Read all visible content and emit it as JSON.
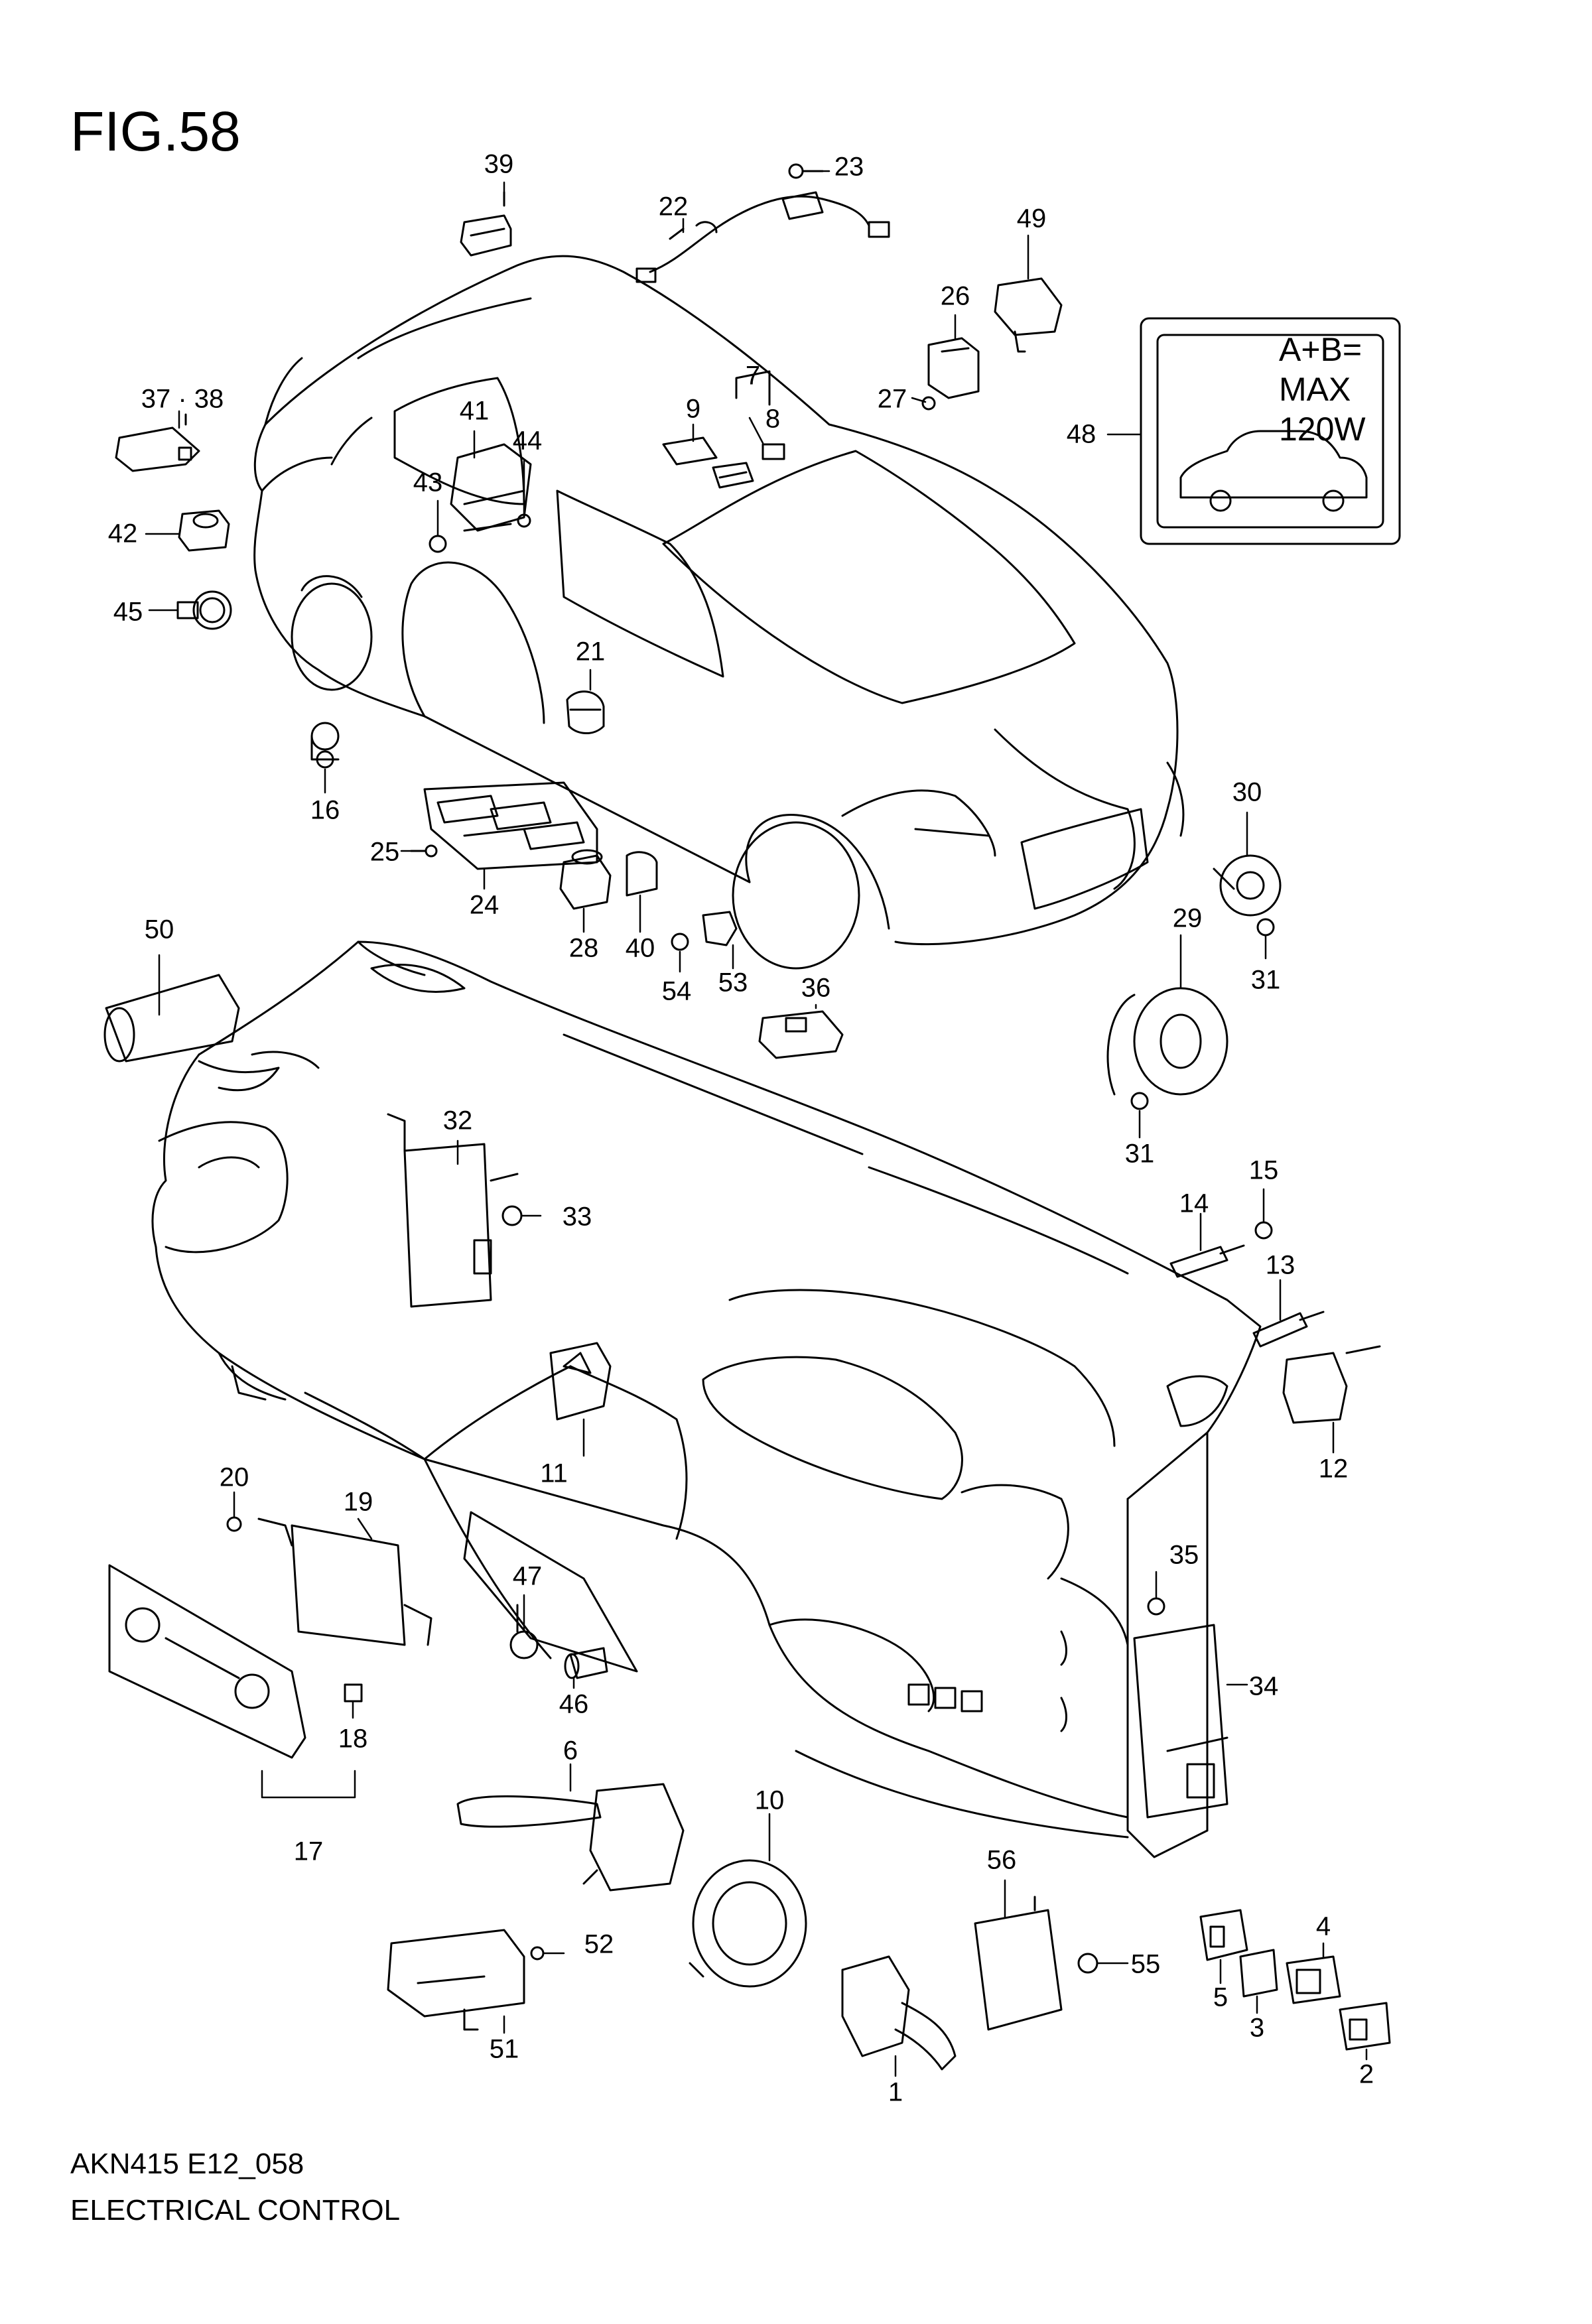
{
  "figure": {
    "title": "FIG.58",
    "code": "AKN415 E12_058",
    "section": "ELECTRICAL CONTROL"
  },
  "label_box": {
    "lines": [
      "A+B=",
      "MAX",
      "120W"
    ]
  },
  "callouts": {
    "c1": "1",
    "c2": "2",
    "c3": "3",
    "c4": "4",
    "c5": "5",
    "c6": "6",
    "c7": "7",
    "c8": "8",
    "c9": "9",
    "c10": "10",
    "c11": "11",
    "c12": "12",
    "c13": "13",
    "c14": "14",
    "c15": "15",
    "c16": "16",
    "c17": "17",
    "c18": "18",
    "c19": "19",
    "c20": "20",
    "c21": "21",
    "c22": "22",
    "c23": "23",
    "c24": "24",
    "c25": "25",
    "c26": "26",
    "c27": "27",
    "c28": "28",
    "c29": "29",
    "c30": "30",
    "c31a": "31",
    "c31b": "31",
    "c32": "32",
    "c33": "33",
    "c34": "34",
    "c35": "35",
    "c36": "36",
    "c3738": "37 · 38",
    "c39": "39",
    "c40": "40",
    "c41": "41",
    "c42": "42",
    "c43": "43",
    "c44": "44",
    "c45": "45",
    "c46": "46",
    "c47": "47",
    "c48": "48",
    "c49": "49",
    "c50": "50",
    "c51": "51",
    "c52": "52",
    "c53": "53",
    "c54": "54",
    "c55": "55",
    "c56": "56"
  }
}
